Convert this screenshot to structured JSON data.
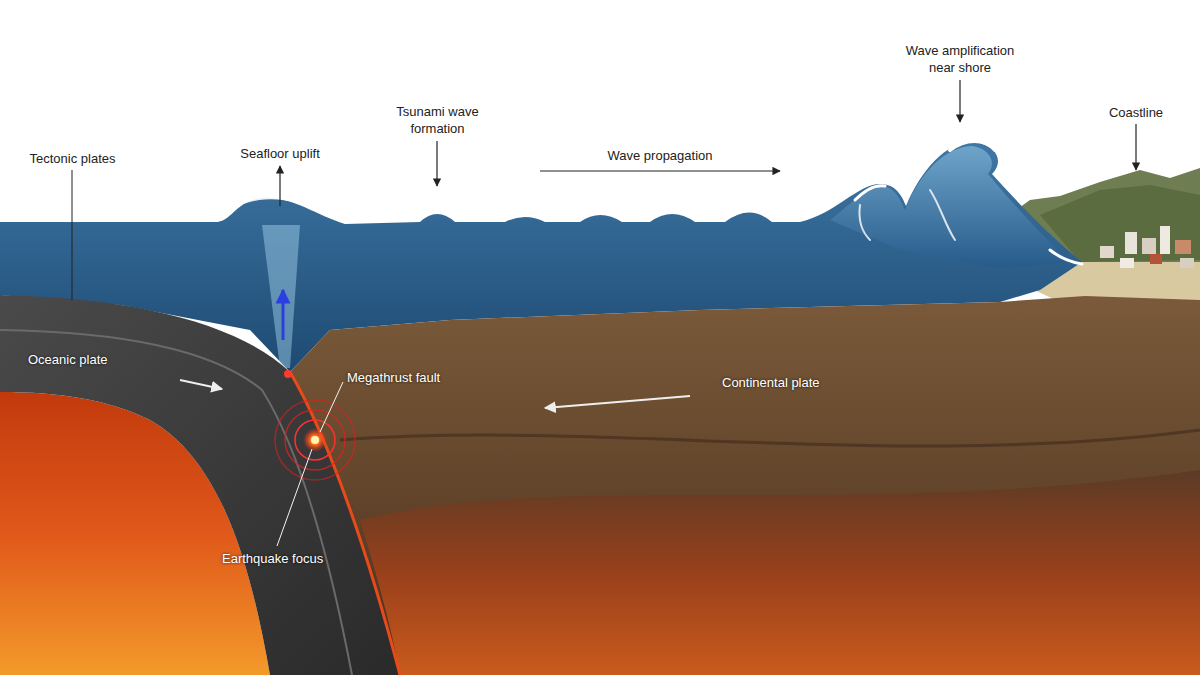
{
  "diagram": {
    "labels": [
      "Tectonic plates",
      "Seafloor uplift",
      "Tsunami wave formation",
      "Wave propagation",
      "Wave amplification near shore",
      "Coastline",
      "Oceanic plate",
      "Megathrust fault",
      "Continental plate",
      "Earthquake focus"
    ]
  }
}
